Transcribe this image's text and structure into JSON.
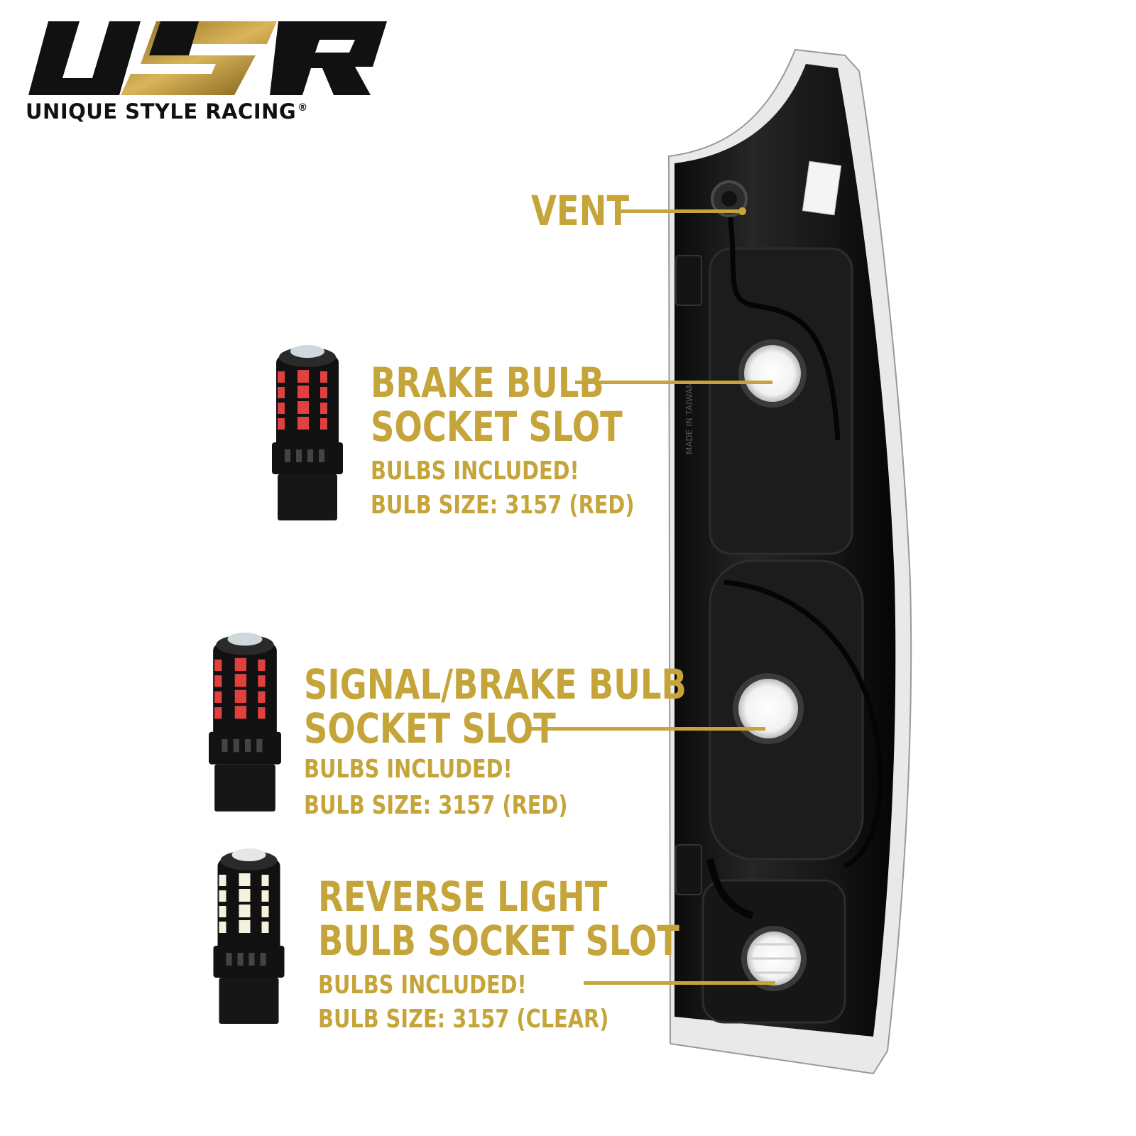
{
  "brand": {
    "logo_mark": "USR",
    "name": "UNIQUE STYLE RACING",
    "registered_mark": "®",
    "accent_color": "#c5a43a"
  },
  "callouts": {
    "vent": {
      "label": "VENT"
    },
    "brake": {
      "title_line1": "BRAKE BULB",
      "title_line2": "SOCKET SLOT",
      "note": "BULBS INCLUDED!",
      "size": "BULB SIZE: 3157 (RED)"
    },
    "signal": {
      "title_line1": "SIGNAL/BRAKE BULB",
      "title_line2": "SOCKET SLOT",
      "note": "BULBS INCLUDED!",
      "size": "BULB SIZE: 3157 (RED)"
    },
    "reverse": {
      "title_line1": "REVERSE LIGHT",
      "title_line2": "BULB SOCKET SLOT",
      "note": "BULBS INCLUDED!",
      "size": "BULB SIZE: 3157 (CLEAR)"
    }
  },
  "bulbs": [
    {
      "icon": "red-led-bulb-icon",
      "led_color": "#e0403f"
    },
    {
      "icon": "red-led-bulb-icon",
      "led_color": "#e0403f"
    },
    {
      "icon": "white-led-bulb-icon",
      "led_color": "#f4f1de"
    }
  ]
}
